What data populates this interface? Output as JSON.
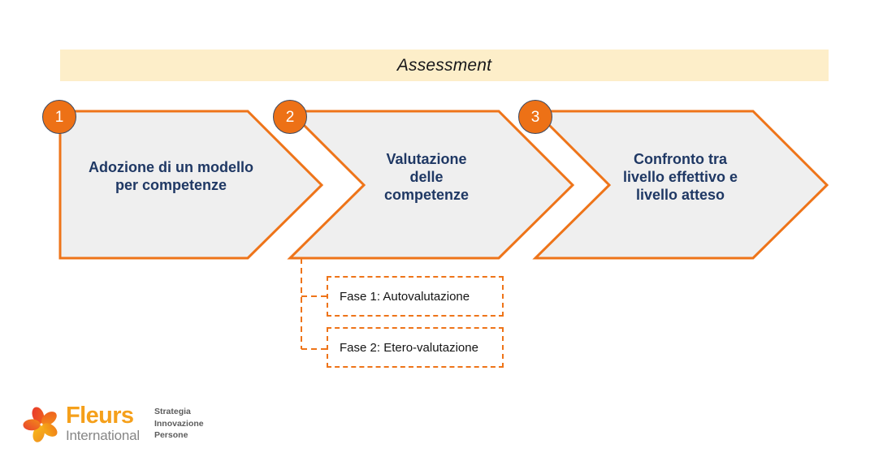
{
  "banner": {
    "title": "Assessment",
    "background_color": "#fdeec9"
  },
  "theme": {
    "accent_orange": "#ee7419",
    "badge_fill": "#ed7116",
    "badge_border": "#3c4a62",
    "chevron_fill": "#efefef",
    "chevron_text_color": "#1f3864"
  },
  "process": {
    "steps": [
      {
        "number": "1",
        "label": "Adozione di un modello\nper competenze"
      },
      {
        "number": "2",
        "label": "Valutazione\ndelle\ncompetenze"
      },
      {
        "number": "3",
        "label": "Confronto tra\nlivello effettivo e\nlivello atteso"
      }
    ]
  },
  "phases": [
    {
      "label": "Fase 1: Autovalutazione"
    },
    {
      "label": "Fase 2: Etero-valutazione"
    }
  ],
  "logo": {
    "name_primary": "Fleurs",
    "name_secondary": "International",
    "tagline_lines": [
      "Strategia",
      "Innovazione",
      "Persone"
    ],
    "mark_colors": [
      "#e8352e",
      "#ee5a20",
      "#f07d17",
      "#f4a017",
      "#f7b418"
    ]
  }
}
